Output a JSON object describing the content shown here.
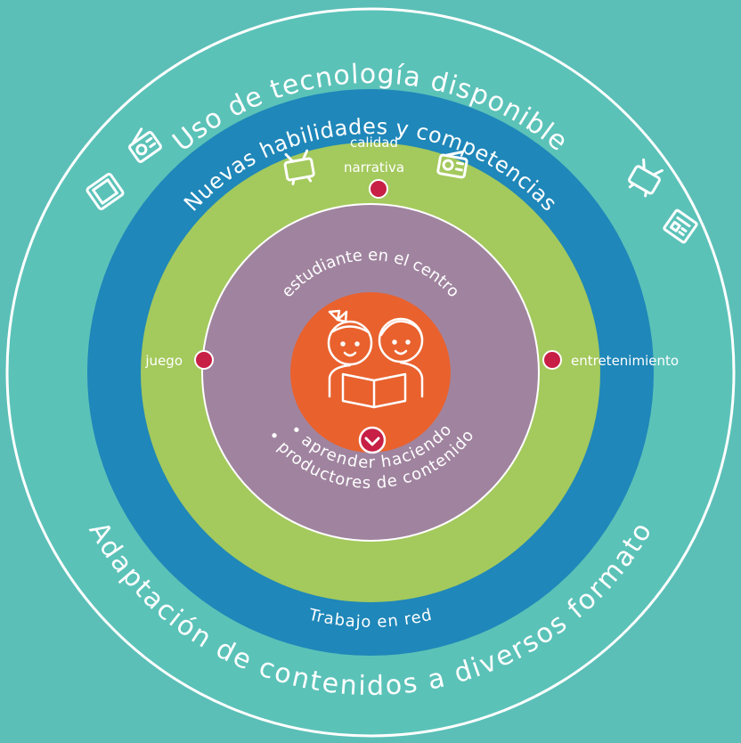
{
  "colors": {
    "background": "#5bbfb7",
    "outer_ring": "#5bc2b8",
    "blue_ring": "#1f87b9",
    "green_ring": "#a4c95d",
    "purple_ring": "#a0849f",
    "center": "#e9612d",
    "dot": "#c71f45"
  },
  "rings": {
    "outer_top": "Uso de tecnología disponible",
    "outer_bottom": "Adaptación de contenidos a diversos formato",
    "blue_top": "Nuevas habilidades y competencias",
    "blue_bottom": "Trabajo en red",
    "purple_top": "estudiante en el centro",
    "purple_bottom_1": "• aprender haciendo",
    "purple_bottom_2": "• productores de contenido"
  },
  "green_labels": {
    "top_line1": "calidad",
    "top_line2": "narrativa"
  },
  "side_labels": {
    "left": "juego",
    "right": "entretenimiento"
  },
  "icons": [
    "tablet-icon",
    "radio-icon",
    "tv-icon",
    "radio-icon",
    "tv-icon",
    "newspaper-icon",
    "children-reading-icon",
    "checkmark-icon"
  ]
}
